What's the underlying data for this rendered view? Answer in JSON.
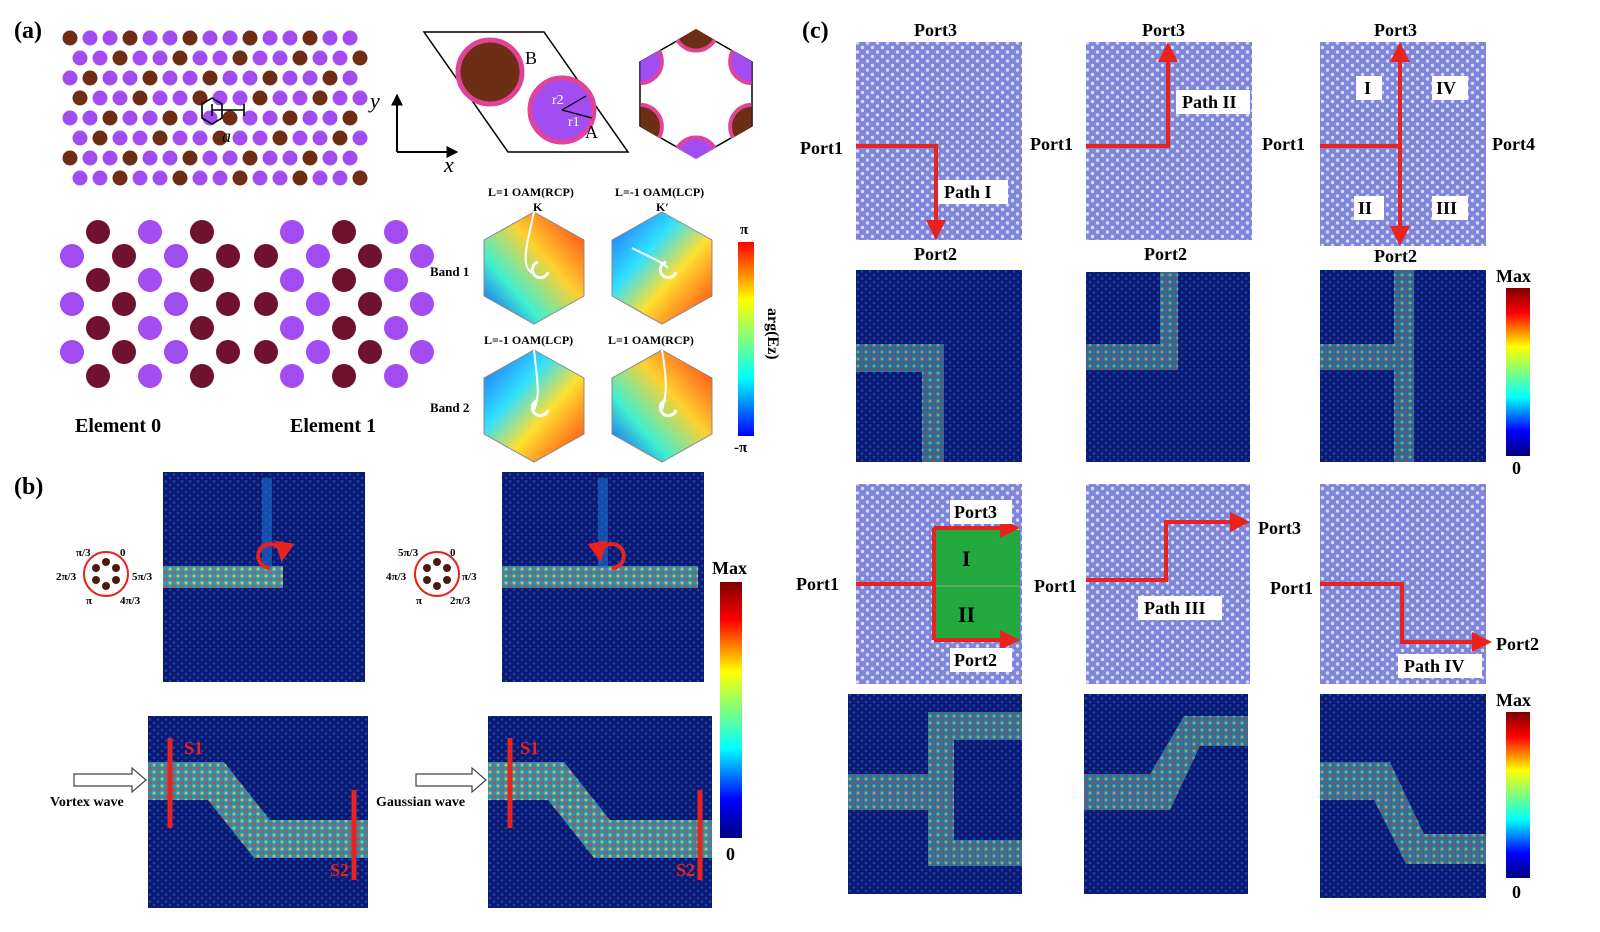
{
  "panels": {
    "a": "(a)",
    "b": "(b)",
    "c": "(c)"
  },
  "panel_a": {
    "lattice_constant": "a",
    "axis_x": "x",
    "axis_y": "y",
    "site_B": "B",
    "site_A": "A",
    "r1": "r1",
    "r2": "r2",
    "element0": "Element 0",
    "element1": "Element 1",
    "band1": "Band 1",
    "band2": "Band 2",
    "oam_labels": [
      "L=1 OAM(RCP)",
      "L=-1 OAM(LCP)",
      "L=-1 OAM(LCP)",
      "L=1 OAM(RCP)"
    ],
    "k_labels": [
      "K",
      "K′"
    ],
    "phase_colorbar": {
      "title": "arg(Ez)",
      "top": "π",
      "bottom": "-π"
    }
  },
  "panel_b": {
    "phase_wheel_left": [
      "π/3",
      "0",
      "2π/3",
      "5π/3",
      "π",
      "4π/3"
    ],
    "phase_wheel_right": [
      "5π/3",
      "0",
      "4π/3",
      "π/3",
      "π",
      "2π/3"
    ],
    "vortex_wave": "Vortex wave",
    "gaussian_wave": "Gaussian wave",
    "s1": "S1",
    "s2": "S2",
    "colorbar": {
      "top": "Max",
      "bottom": "0"
    }
  },
  "panel_c": {
    "port1": "Port1",
    "port2": "Port2",
    "port3": "Port3",
    "port4": "Port4",
    "path_I": "Path I",
    "path_II": "Path II",
    "path_III": "Path III",
    "path_IV": "Path IV",
    "region_I": "I",
    "region_II": "II",
    "region_III": "III",
    "region_IV": "IV",
    "colorbar_top": {
      "top": "Max",
      "bottom": "0"
    },
    "colorbar_bottom": {
      "top": "Max",
      "bottom": "0"
    }
  },
  "colors": {
    "purple": "#a24df2",
    "brown": "#6e2e16",
    "maroon": "#6e1230",
    "pink_ring": "#e0449a",
    "path_red": "#e8221e",
    "lattice_blue": "#7f85d8",
    "field_dark": "#0a1a6e",
    "green_region": "#23a840"
  }
}
